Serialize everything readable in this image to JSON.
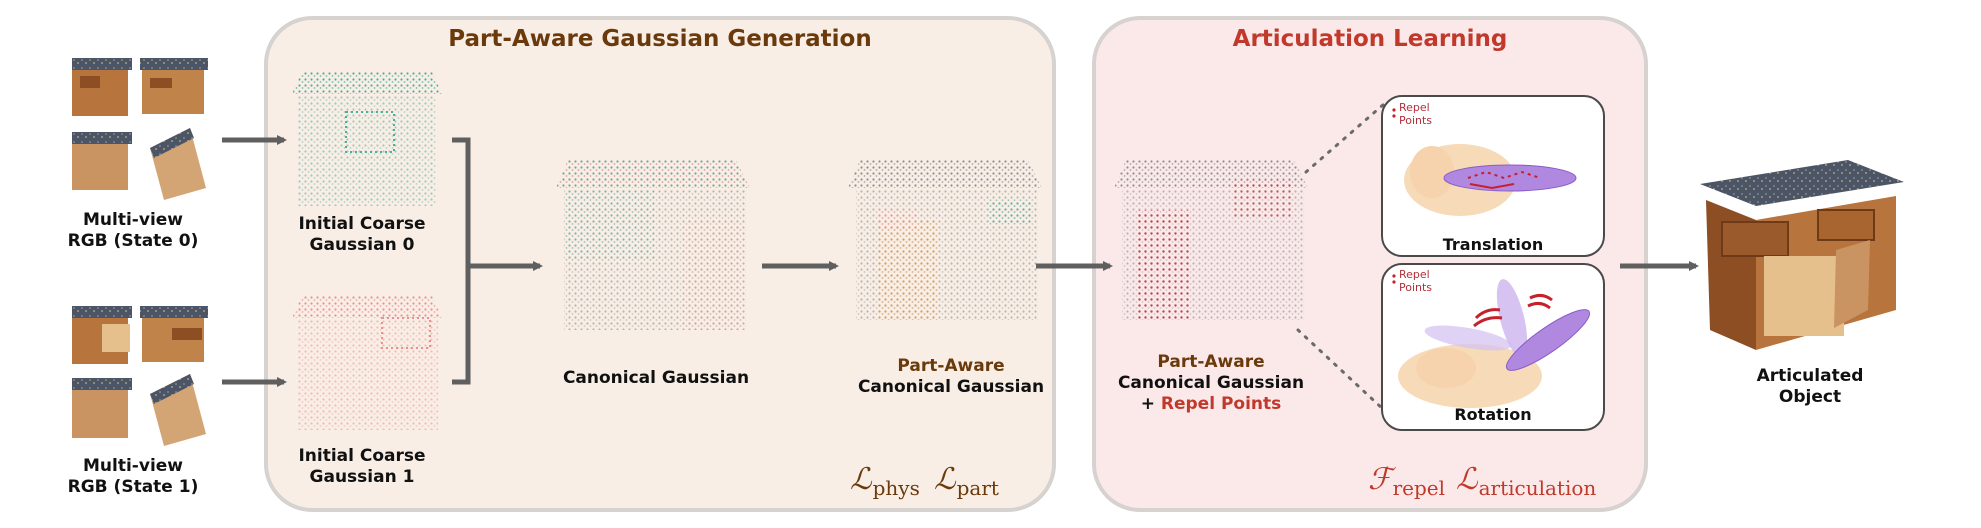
{
  "inputs": {
    "state0": {
      "line1": "Multi-view",
      "line2": "RGB (State 0)"
    },
    "state1": {
      "line1": "Multi-view",
      "line2": "RGB (State 1)"
    }
  },
  "panel_gen": {
    "title": "Part-Aware Gaussian Generation",
    "coarse0": {
      "line1": "Initial Coarse",
      "line2": "Gaussian 0"
    },
    "coarse1": {
      "line1": "Initial Coarse",
      "line2": "Gaussian 1"
    },
    "canonical": "Canonical Gaussian",
    "part_aware": {
      "line1": "Part-Aware",
      "line2": "Canonical Gaussian"
    },
    "loss_phys": {
      "symbol": "ℒ",
      "sub": "phys"
    },
    "loss_part": {
      "symbol": "ℒ",
      "sub": "part"
    }
  },
  "panel_art": {
    "title": "Articulation Learning",
    "part_aware": {
      "line1": "Part-Aware",
      "line2": "Canonical Gaussian",
      "plus": "+ ",
      "repel": "Repel Points"
    },
    "translation": {
      "legend1": "Repel",
      "legend2": "Points",
      "label": "Translation"
    },
    "rotation": {
      "legend1": "Repel",
      "legend2": "Points",
      "label": "Rotation"
    },
    "loss_repel": {
      "symbol": "ℱ",
      "sub": "repel"
    },
    "loss_art": {
      "symbol": "ℒ",
      "sub": "articulation"
    }
  },
  "output": {
    "line1": "Articulated",
    "line2": "Object"
  },
  "colors": {
    "gen_panel_bg": "#f8eee5",
    "art_panel_bg": "#fbe9ea",
    "panel_border": "#d6d2cf",
    "arrow": "#5f5f5f",
    "title_brown": "#6b3a0c",
    "title_red": "#c0392b",
    "teal": "#4fae9b",
    "pink": "#ee8f8f",
    "gray_points": "#8e8e8e",
    "orange_points": "#e88a2a",
    "repel_red": "#c8202a",
    "purple": "#b088e0",
    "peach": "#f6d3ac",
    "wood": "#b7743c",
    "stone": "#4c5566"
  }
}
